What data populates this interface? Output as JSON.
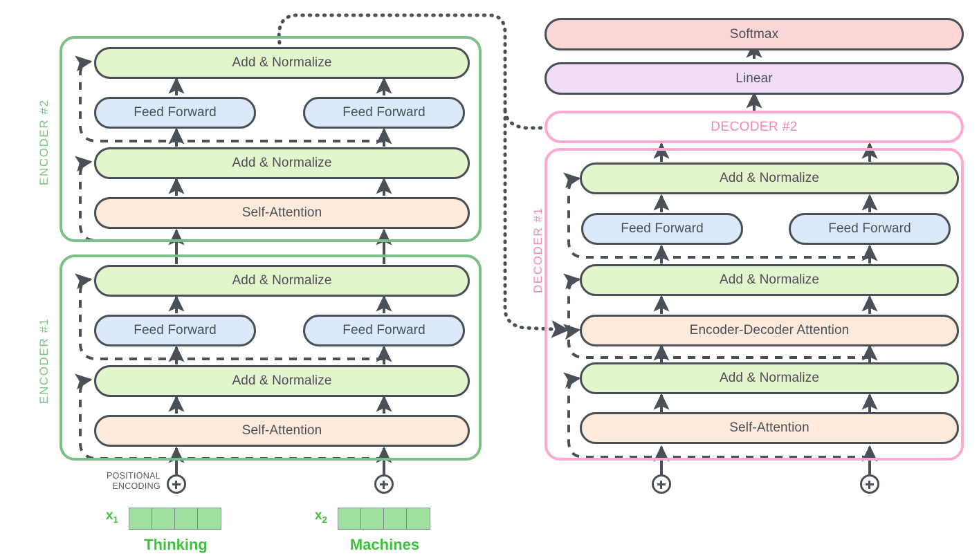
{
  "diagram": {
    "title": "Transformer encoder-decoder architecture",
    "colors": {
      "add_norm": "#e3f5cd",
      "feed_forward": "#dce9fa",
      "attention": "#fdeada",
      "softmax": "#fbd6d6",
      "linear": "#f2ddf8",
      "encoder_border": "#7cbf88",
      "decoder_border": "#ffa8d0",
      "box_border": "#4a5058",
      "word_text": "#3fc03f",
      "embedding_cell": "#9fe29f"
    }
  },
  "encoder_stack": {
    "blocks": [
      {
        "label": "ENCODER #2",
        "layers": [
          {
            "name": "Add & Normalize",
            "type": "add-norm"
          },
          {
            "name": "Feed Forward",
            "type": "feed-forward",
            "columns": 2
          },
          {
            "name": "Add & Normalize",
            "type": "add-norm"
          },
          {
            "name": "Self-Attention",
            "type": "self-attention"
          }
        ]
      },
      {
        "label": "ENCODER #1",
        "layers": [
          {
            "name": "Add & Normalize",
            "type": "add-norm"
          },
          {
            "name": "Feed Forward",
            "type": "feed-forward",
            "columns": 2
          },
          {
            "name": "Add & Normalize",
            "type": "add-norm"
          },
          {
            "name": "Self-Attention",
            "type": "self-attention"
          }
        ]
      }
    ]
  },
  "decoder_stack": {
    "collapsed": {
      "label": "DECODER #2"
    },
    "block": {
      "label": "DECODER #1",
      "layers": [
        {
          "name": "Add & Normalize",
          "type": "add-norm"
        },
        {
          "name": "Feed Forward",
          "type": "feed-forward",
          "columns": 2
        },
        {
          "name": "Add & Normalize",
          "type": "add-norm"
        },
        {
          "name": "Encoder-Decoder Attention",
          "type": "cross-attention"
        },
        {
          "name": "Add & Normalize",
          "type": "add-norm"
        },
        {
          "name": "Self-Attention",
          "type": "self-attention"
        }
      ]
    }
  },
  "output_head": {
    "softmax": "Softmax",
    "linear": "Linear"
  },
  "inputs": {
    "positional_encoding_label_line1": "POSITIONAL",
    "positional_encoding_label_line2": "ENCODING",
    "plus_symbol": "plus-circle",
    "tokens": [
      {
        "vector_label": "x",
        "vector_index": "1",
        "word": "Thinking",
        "cells": 4
      },
      {
        "vector_label": "x",
        "vector_index": "2",
        "word": "Machines",
        "cells": 4
      }
    ]
  },
  "labels": {
    "enc2_add_norm_top": "Add & Normalize",
    "enc2_ff_left": "Feed Forward",
    "enc2_ff_right": "Feed Forward",
    "enc2_add_norm_bottom": "Add & Normalize",
    "enc2_self_attn": "Self-Attention",
    "enc1_add_norm_top": "Add & Normalize",
    "enc1_ff_left": "Feed Forward",
    "enc1_ff_right": "Feed Forward",
    "enc1_add_norm_bottom": "Add & Normalize",
    "enc1_self_attn": "Self-Attention",
    "dec1_add_norm_top": "Add & Normalize",
    "dec1_ff_left": "Feed Forward",
    "dec1_ff_right": "Feed Forward",
    "dec1_add_norm_mid": "Add & Normalize",
    "dec1_cross_attn": "Encoder-Decoder Attention",
    "dec1_add_norm_bottom": "Add & Normalize",
    "dec1_self_attn": "Self-Attention"
  }
}
